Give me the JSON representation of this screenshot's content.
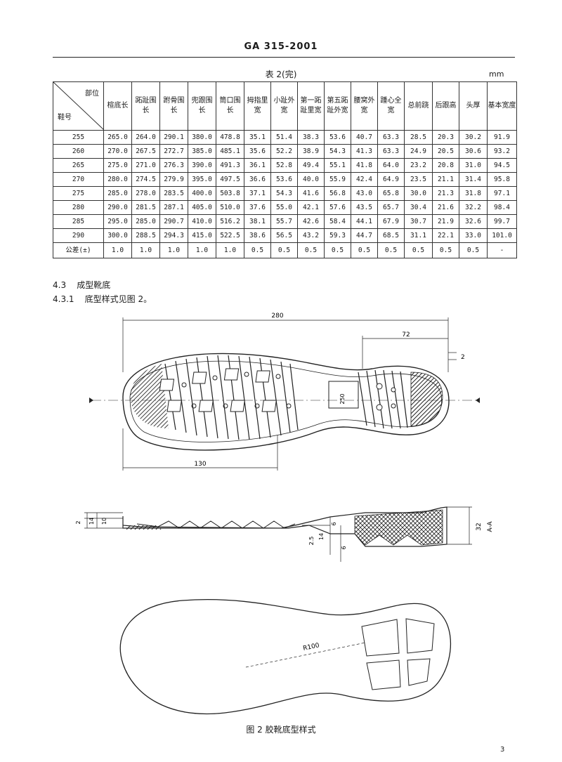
{
  "header": {
    "standard": "GA 315-2001"
  },
  "table": {
    "caption": "表 2(完)",
    "unit": "mm",
    "corner_top": "部位",
    "corner_bottom": "鞋号",
    "headers": [
      "楦底长",
      "跖趾围长",
      "跗骨围长",
      "兜跟围长",
      "筒口围长",
      "拇指里宽",
      "小趾外宽",
      "第一跖趾里宽",
      "第五跖趾外宽",
      "腰窝外宽",
      "踵心全宽",
      "总前跷",
      "后跟高",
      "头厚",
      "基本宽度"
    ],
    "rows": [
      [
        "255",
        "265.0",
        "264.0",
        "290.1",
        "380.0",
        "478.8",
        "35.1",
        "51.4",
        "38.3",
        "53.6",
        "40.7",
        "63.3",
        "28.5",
        "20.3",
        "30.2",
        "91.9"
      ],
      [
        "260",
        "270.0",
        "267.5",
        "272.7",
        "385.0",
        "485.1",
        "35.6",
        "52.2",
        "38.9",
        "54.3",
        "41.3",
        "63.3",
        "24.9",
        "20.5",
        "30.6",
        "93.2"
      ],
      [
        "265",
        "275.0",
        "271.0",
        "276.3",
        "390.0",
        "491.3",
        "36.1",
        "52.8",
        "49.4",
        "55.1",
        "41.8",
        "64.0",
        "23.2",
        "20.8",
        "31.0",
        "94.5"
      ],
      [
        "270",
        "280.0",
        "274.5",
        "279.9",
        "395.0",
        "497.5",
        "36.6",
        "53.6",
        "40.0",
        "55.9",
        "42.4",
        "64.9",
        "23.5",
        "21.1",
        "31.4",
        "95.8"
      ],
      [
        "275",
        "285.0",
        "278.0",
        "283.5",
        "400.0",
        "503.8",
        "37.1",
        "54.3",
        "41.6",
        "56.8",
        "43.0",
        "65.8",
        "30.0",
        "21.3",
        "31.8",
        "97.1"
      ],
      [
        "280",
        "290.0",
        "281.5",
        "287.1",
        "405.0",
        "510.0",
        "37.6",
        "55.0",
        "42.1",
        "57.6",
        "43.5",
        "65.7",
        "30.4",
        "21.6",
        "32.2",
        "98.4"
      ],
      [
        "285",
        "295.0",
        "285.0",
        "290.7",
        "410.0",
        "516.2",
        "38.1",
        "55.7",
        "42.6",
        "58.4",
        "44.1",
        "67.9",
        "30.7",
        "21.9",
        "32.6",
        "99.7"
      ],
      [
        "290",
        "300.0",
        "288.5",
        "294.3",
        "415.0",
        "522.5",
        "38.6",
        "56.5",
        "43.2",
        "59.3",
        "44.7",
        "68.5",
        "31.1",
        "22.1",
        "33.0",
        "101.0"
      ]
    ],
    "tolerance_label": "公差(±)",
    "tolerance": [
      "1.0",
      "1.0",
      "1.0",
      "1.0",
      "1.0",
      "0.5",
      "0.5",
      "0.5",
      "0.5",
      "0.5",
      "0.5",
      "0.5",
      "0.5",
      "0.5",
      "-"
    ]
  },
  "sections": {
    "s1_num": "4.3",
    "s1_title": "成型靴底",
    "s2_num": "4.3.1",
    "s2_text": "底型样式见图 2。"
  },
  "figure": {
    "dims": {
      "total_length": "280",
      "heel_len": "72",
      "rand": "2",
      "forepart": "130",
      "waist": "250",
      "d2": "2",
      "d14": "14",
      "d10": "10",
      "d25": "2.5",
      "d14b": "14",
      "d6": "6",
      "d6b": "6",
      "d32": "32",
      "section_label": "A-A",
      "radius": "R100"
    },
    "caption": "图 2  胶靴底型样式"
  },
  "page_number": "3"
}
